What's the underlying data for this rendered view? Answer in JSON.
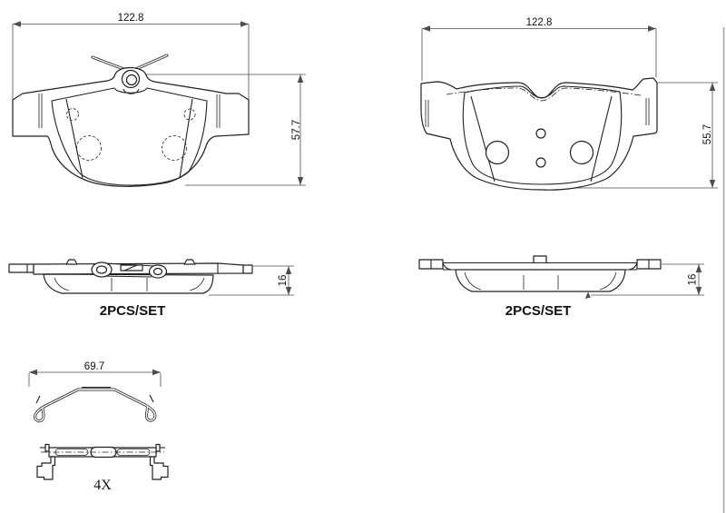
{
  "canvas": {
    "background": "#ffffff",
    "line_color": "#212121",
    "dim_color": "#4d4d4d",
    "edge_artifact_color": "#a8a8a8"
  },
  "views": {
    "pad_back": {
      "width_label": "122.8",
      "height_label": "57.7"
    },
    "pad_friction": {
      "width_label": "122.8",
      "height_label": "55.7"
    },
    "pad_profile_left": {
      "thickness_label": "16",
      "caption": "2PCS/SET"
    },
    "pad_profile_right": {
      "thickness_label": "16",
      "caption": "2PCS/SET"
    },
    "spring_clip": {
      "width_label": "69.7"
    },
    "retainer_clip": {
      "quantity_label": "4X"
    }
  }
}
